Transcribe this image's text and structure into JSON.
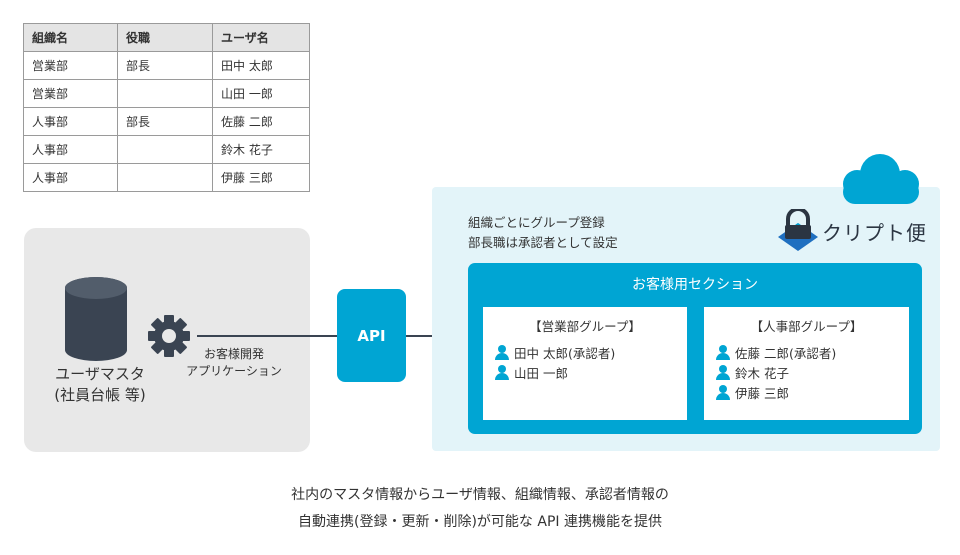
{
  "table": {
    "headers": [
      "組織名",
      "役職",
      "ユーザ名"
    ],
    "rows": [
      [
        "営業部",
        "部長",
        "田中 太郎"
      ],
      [
        "営業部",
        "",
        "山田 一郎"
      ],
      [
        "人事部",
        "部長",
        "佐藤 二郎"
      ],
      [
        "人事部",
        "",
        "鈴木 花子"
      ],
      [
        "人事部",
        "",
        "伊藤 三郎"
      ]
    ]
  },
  "master": {
    "label_line1": "ユーザマスタ",
    "label_line2": "(社員台帳 等)"
  },
  "app": {
    "label_line1": "お客様開発",
    "label_line2": "アプリケーション"
  },
  "api": {
    "label": "API"
  },
  "cloud": {
    "desc_line1": "組織ごとにグループ登録",
    "desc_line2": "部長職は承認者として設定",
    "brand": "クリプト便",
    "section_title": "お客様用セクション",
    "groups": [
      {
        "title": "【営業部グループ】",
        "members": [
          "田中 太郎(承認者)",
          "山田 一郎"
        ]
      },
      {
        "title": "【人事部グループ】",
        "members": [
          "佐藤 二郎(承認者)",
          "鈴木 花子",
          "伊藤 三郎"
        ]
      }
    ]
  },
  "caption": {
    "line1": "社内のマスタ情報からユーザ情報、組織情報、承認者情報の",
    "line2": "自動連携(登録・更新・削除)が可能な API 連携機能を提供"
  },
  "colors": {
    "accent": "#00a5d3",
    "panel": "#e3f4f9",
    "dark": "#3a4452",
    "grey": "#e8e8e8"
  }
}
